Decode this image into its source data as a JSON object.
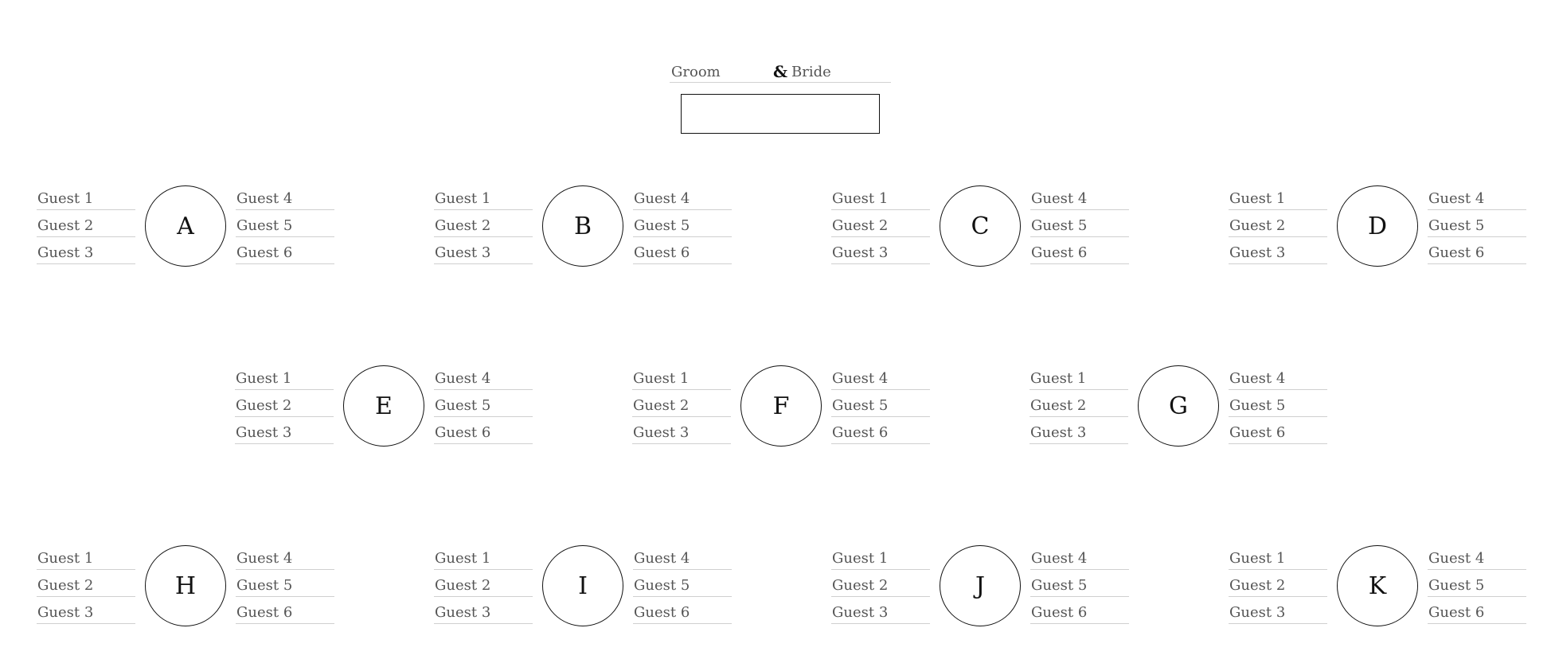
{
  "head_table": {
    "groom_label": "Groom",
    "ampersand": "&",
    "bride_label": "Bride"
  },
  "tables": [
    {
      "label": "A",
      "left_guests": [
        "Guest 1",
        "Guest 2",
        "Guest 3"
      ],
      "right_guests": [
        "Guest 4",
        "Guest 5",
        "Guest 6"
      ]
    },
    {
      "label": "B",
      "left_guests": [
        "Guest 1",
        "Guest 2",
        "Guest 3"
      ],
      "right_guests": [
        "Guest 4",
        "Guest 5",
        "Guest 6"
      ]
    },
    {
      "label": "C",
      "left_guests": [
        "Guest 1",
        "Guest 2",
        "Guest 3"
      ],
      "right_guests": [
        "Guest 4",
        "Guest 5",
        "Guest 6"
      ]
    },
    {
      "label": "D",
      "left_guests": [
        "Guest 1",
        "Guest 2",
        "Guest 3"
      ],
      "right_guests": [
        "Guest 4",
        "Guest 5",
        "Guest 6"
      ]
    },
    {
      "label": "E",
      "left_guests": [
        "Guest 1",
        "Guest 2",
        "Guest 3"
      ],
      "right_guests": [
        "Guest 4",
        "Guest 5",
        "Guest 6"
      ]
    },
    {
      "label": "F",
      "left_guests": [
        "Guest 1",
        "Guest 2",
        "Guest 3"
      ],
      "right_guests": [
        "Guest 4",
        "Guest 5",
        "Guest 6"
      ]
    },
    {
      "label": "G",
      "left_guests": [
        "Guest 1",
        "Guest 2",
        "Guest 3"
      ],
      "right_guests": [
        "Guest 4",
        "Guest 5",
        "Guest 6"
      ]
    },
    {
      "label": "H",
      "left_guests": [
        "Guest 1",
        "Guest 2",
        "Guest 3"
      ],
      "right_guests": [
        "Guest 4",
        "Guest 5",
        "Guest 6"
      ]
    },
    {
      "label": "I",
      "left_guests": [
        "Guest 1",
        "Guest 2",
        "Guest 3"
      ],
      "right_guests": [
        "Guest 4",
        "Guest 5",
        "Guest 6"
      ]
    },
    {
      "label": "J",
      "left_guests": [
        "Guest 1",
        "Guest 2",
        "Guest 3"
      ],
      "right_guests": [
        "Guest 4",
        "Guest 5",
        "Guest 6"
      ]
    },
    {
      "label": "K",
      "left_guests": [
        "Guest 1",
        "Guest 2",
        "Guest 3"
      ],
      "right_guests": [
        "Guest 4",
        "Guest 5",
        "Guest 6"
      ]
    }
  ]
}
